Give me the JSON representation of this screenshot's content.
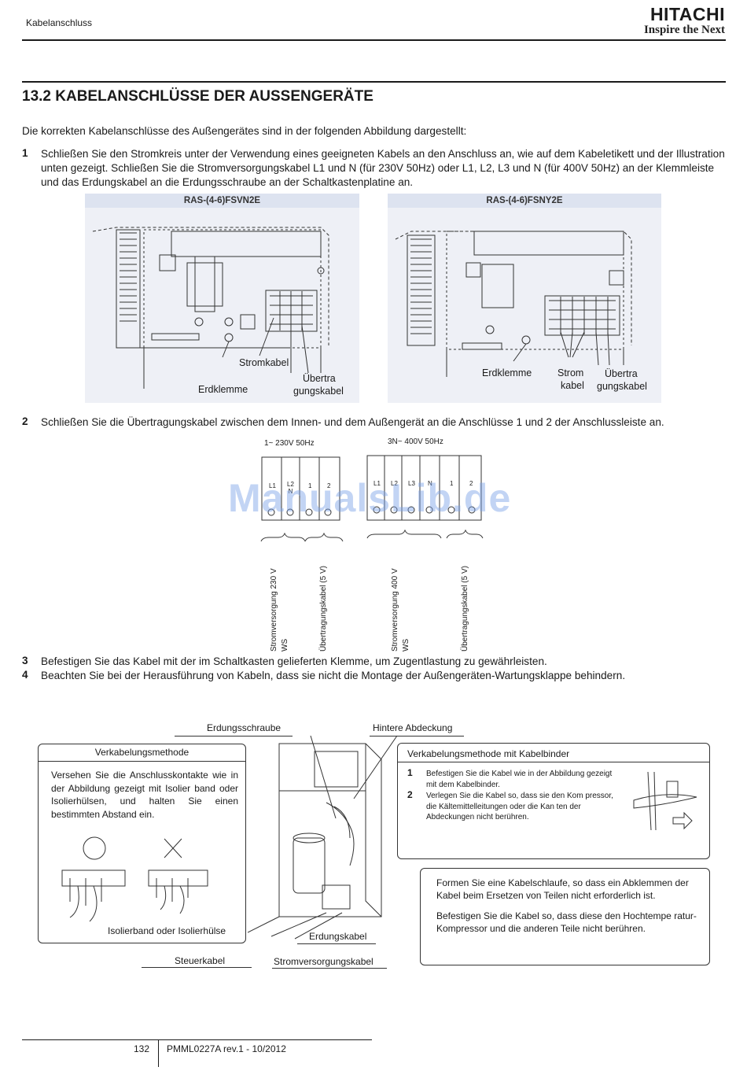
{
  "header": {
    "section_label": "Kabelanschluss",
    "brand": "HITACHI",
    "tagline": "Inspire the Next"
  },
  "title": "13.2 KABELANSCHLÜSSE DER AUSSENGERÄTE",
  "intro": "Die korrekten Kabelanschlüsse des Außengerätes sind in der folgenden Abbildung dargestellt:",
  "steps": [
    {
      "num": "1",
      "text": "Schließen Sie den Stromkreis unter der Verwendung eines geeigneten Kabels an den Anschluss an, wie auf dem Kabeletikett und der Illustration unten gezeigt. Schließen Sie die Stromversorgungskabel L1 und N (für 230V 50Hz) oder L1, L2, L3 und N (für 400V 50Hz) an der Klemmleiste und das Erdungskabel an die Erdungsschraube an der Schaltkastenplatine an."
    },
    {
      "num": "2",
      "text": "Schließen Sie die Übertragungskabel zwischen dem Innen- und dem Außengerät an die Anschlüsse 1 und 2 der Anschlussleiste an."
    },
    {
      "num": "3",
      "text": "Befestigen Sie das Kabel mit der im Schaltkasten gelieferten Klemme, um Zugentlastung zu gewährleisten."
    },
    {
      "num": "4",
      "text": "Beachten Sie bei der Herausführung von Kabeln, dass sie nicht die Montage der Außengeräten-Wartungsklappe behindern."
    }
  ],
  "fig1": {
    "left": {
      "model": "RAS-(4-6)FSVN2E",
      "strom": "Stromkabel",
      "erd": "Erdklemme",
      "uebertra_1": "Übertra",
      "uebertra_2": "gungskabel"
    },
    "right": {
      "model": "RAS-(4-6)FSNY2E",
      "erd": "Erdklemme",
      "strom_1": "Strom",
      "strom_2": "kabel",
      "uebertra_1": "Übertra",
      "uebertra_2": "gungskabel"
    }
  },
  "fig2": {
    "left_supply": "1~ 230V 50Hz",
    "left_terms": [
      "L1",
      "L2\nN",
      "1",
      "2"
    ],
    "right_supply": "3N~ 400V 50Hz",
    "right_terms": [
      "L1",
      "L2",
      "L3",
      "N",
      "1",
      "2"
    ],
    "v1a": "Stromversorgung 230 V",
    "v1b": "WS",
    "v2": "Übertragungskabel (5 V)",
    "v3a": "Stromversorgung 400 V",
    "v3b": "WS",
    "v4": "Übertragungskabel (5 V)"
  },
  "watermark": "ManualsLib.de",
  "fig3": {
    "erdungsschraube": "Erdungsschraube",
    "hintere": "Hintere Abdeckung",
    "method_title": "Verkabelungsmethode",
    "method_text": "Versehen Sie die Anschlusskontakte wie in der Abbildung gezeigt mit Isolier band oder Isolierhülsen, und halten Sie einen bestimmten Abstand ein.",
    "isolier": "Isolierband oder Isolierhülse",
    "binder_title": "Verkabelungsmethode mit Kabelbinder",
    "binder_items": [
      {
        "num": "1",
        "text": "Befestigen Sie die Kabel wie in der Abbildung gezeigt mit dem Kabelbinder."
      },
      {
        "num": "2",
        "text": "Verlegen Sie die Kabel so, dass sie den Kom pressor, die Kältemittelleitungen oder die Kan ten der Abdeckungen nicht berühren."
      }
    ],
    "loop_text_1": "Formen Sie eine Kabelschlaufe, so dass ein Abklemmen der Kabel beim Ersetzen von Teilen nicht erforderlich ist.",
    "loop_text_2": "Befestigen Sie die Kabel so, dass diese den Hochtempe ratur-Kompressor und die anderen Teile nicht berühren.",
    "erdungskabel": "Erdungskabel",
    "steuerkabel": "Steuerkabel",
    "stromversorgungskabel": "Stromversorgungskabel"
  },
  "footer": {
    "page": "132",
    "doc": "PMML0227A rev.1 - 10/2012"
  }
}
